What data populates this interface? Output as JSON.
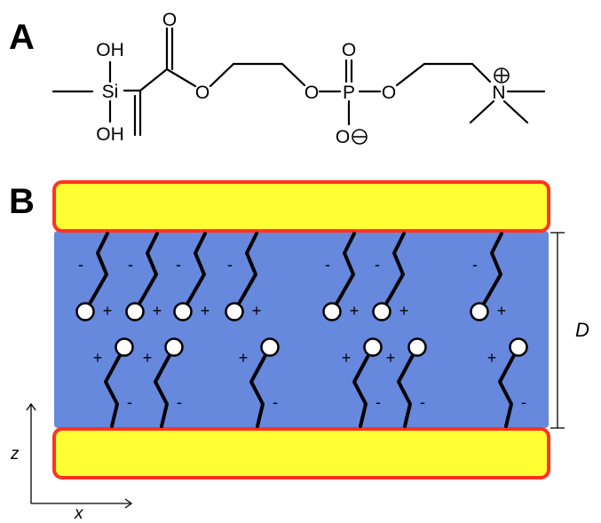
{
  "panel_a": {
    "label": "A",
    "molecule": {
      "atom_oh_top": "OH",
      "atom_si": "Si",
      "atom_oh_bottom": "OH",
      "atom_o_carbonyl": "O",
      "atom_o_ester": "O",
      "atom_o_link": "O",
      "atom_p": "P",
      "atom_o_double": "O",
      "atom_o_minus": "O",
      "atom_o_choline": "O",
      "atom_n": "N"
    }
  },
  "panel_b": {
    "label": "B",
    "plus_sign": "+",
    "minus_sign": "-",
    "separation_label": "D",
    "axis_z": "z",
    "axis_x": "x",
    "colors": {
      "plate_fill": "#ffff33",
      "plate_border": "#ff3322",
      "medium": "#6688dd",
      "zwitterion_head": "#ffffff",
      "zwitterion_chain": "#000000"
    }
  }
}
